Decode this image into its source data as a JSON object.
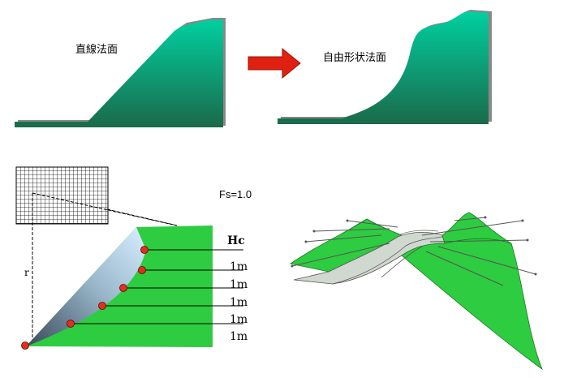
{
  "labels": {
    "straight_slope": "直線法面",
    "free_form_slope": "自由形状法面",
    "fs": "Fs=1.0",
    "hc": "Hc",
    "radius": "r",
    "step_labels": [
      "1m",
      "1m",
      "1m",
      "1m",
      "1m"
    ]
  },
  "colors": {
    "slope_dark": "#1a6a4a",
    "slope_light": "#00d0a0",
    "green_fill": "#2ecc40",
    "arrow": "#e02010",
    "point": "#e03020",
    "blue_wedge": "#b8e0f8",
    "grey_cut": "#d0d8d0"
  }
}
